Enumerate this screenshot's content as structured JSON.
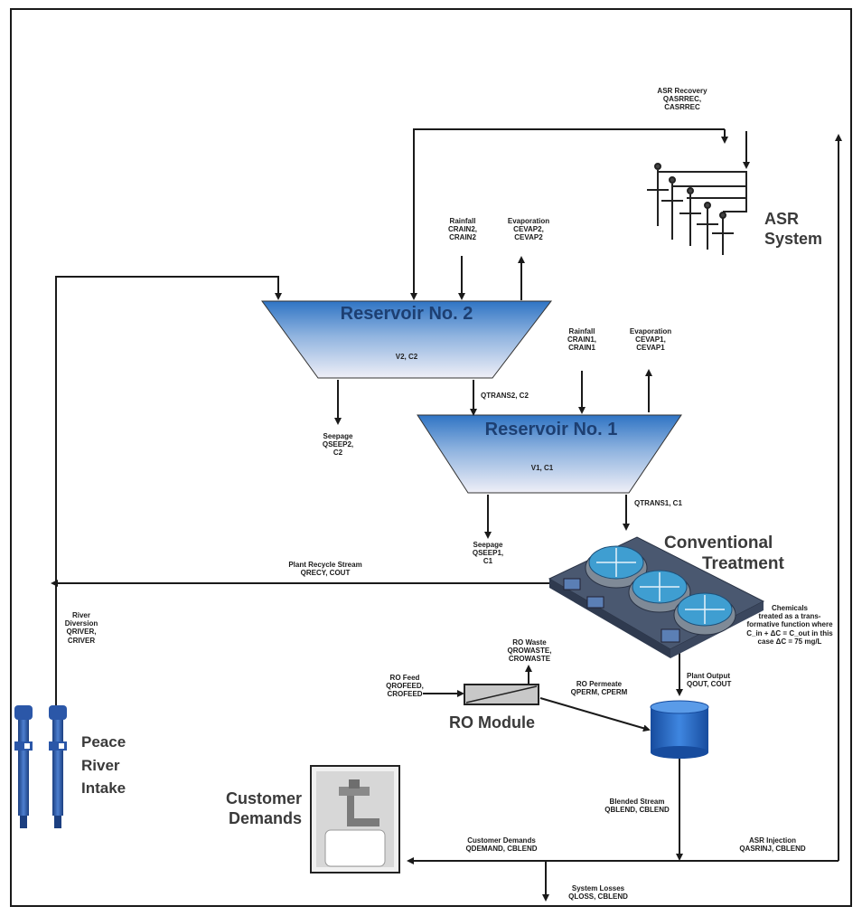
{
  "reservoir2": {
    "title": "Reservoir No. 2",
    "state": "V2, C2"
  },
  "reservoir1": {
    "title": "Reservoir No. 1",
    "state": "V1, C1"
  },
  "flows": {
    "asr_recovery": [
      "ASR Recovery",
      "QASRREC,",
      "CASRREC"
    ],
    "rainfall2": [
      "Rainfall",
      "CRAIN2,",
      "CRAIN2"
    ],
    "evaporation2": [
      "Evaporation",
      "CEVAP2,",
      "CEVAP2"
    ],
    "rainfall1": [
      "Rainfall",
      "CRAIN1,",
      "CRAIN1"
    ],
    "evaporation1": [
      "Evaporation",
      "CEVAP1,",
      "CEVAP1"
    ],
    "qtrans2": [
      "QTRANS2, C2"
    ],
    "seepage2": [
      "Seepage",
      "QSEEP2,",
      "C2"
    ],
    "qtrans1": [
      "QTRANS1, C1"
    ],
    "seepage1": [
      "Seepage",
      "QSEEP1,",
      "C1"
    ],
    "plant_recycle": [
      "Plant Recycle Stream",
      "QRECY, COUT"
    ],
    "river_diversion": [
      "River",
      "Diversion",
      "QRIVER,",
      "CRIVER"
    ],
    "ro_waste": [
      "RO Waste",
      "QROWASTE,",
      "CROWASTE"
    ],
    "ro_feed": [
      "RO Feed",
      "QROFEED,",
      "CROFEED"
    ],
    "ro_permeate": [
      "RO Permeate",
      "QPERM, CPERM"
    ],
    "plant_output": [
      "Plant Output",
      "QOUT, COUT"
    ],
    "blended_stream": [
      "Blended Stream",
      "QBLEND, CBLEND"
    ],
    "customer_demands_flow": [
      "Customer Demands",
      "QDEMAND, CBLEND"
    ],
    "asr_injection": [
      "ASR Injection",
      "QASRINJ, CBLEND"
    ],
    "system_losses": [
      "System Losses",
      "QLOSS, CBLEND"
    ],
    "chemicals": [
      "Chemicals",
      "treated as a trans-",
      "formative function where",
      "C_in + ΔC = C_out in this",
      "case ΔC = 75 mg/L"
    ]
  },
  "components": {
    "asr_system": [
      "ASR",
      "System"
    ],
    "conventional_treatment": [
      "Conventional",
      "Treatment"
    ],
    "ro_module": "RO Module",
    "peace_river_intake": [
      "Peace",
      "River",
      "Intake"
    ],
    "customer_demands": [
      "Customer",
      "Demands"
    ]
  },
  "colors": {
    "reservoir_top": "#2f74c4",
    "reservoir_bottom": "#efeff7",
    "tank": "#1e5fbf",
    "pump": "#2b57a8",
    "line": "#1a1a1a"
  }
}
